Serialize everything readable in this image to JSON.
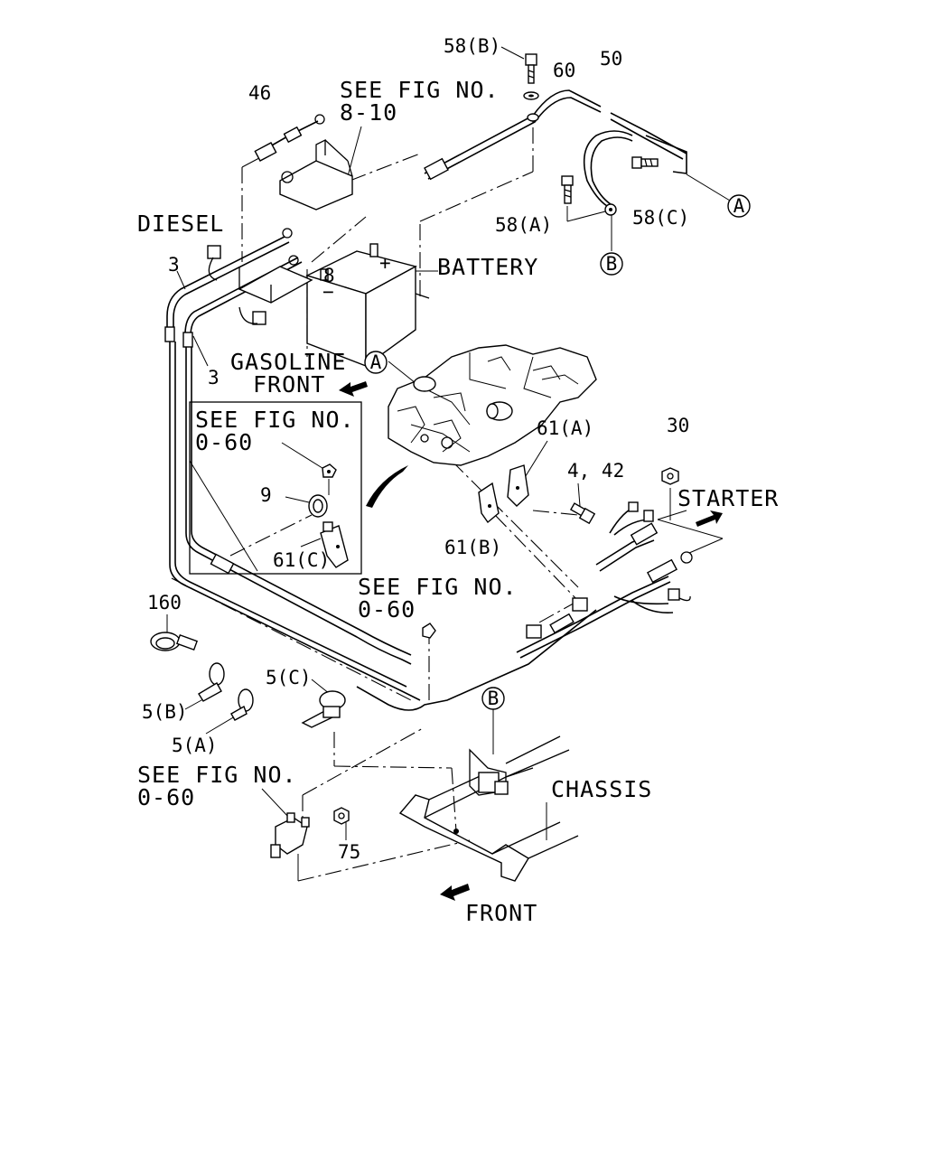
{
  "labels": {
    "see_fig_8_10_line1": "SEE FIG NO.",
    "see_fig_8_10_line2": "8-10",
    "diesel": "DIESEL",
    "battery": "BATTERY",
    "gasoline": "GASOLINE",
    "front_top": "FRONT",
    "see_fig_0_60_box_line1": "SEE FIG NO.",
    "see_fig_0_60_box_line2": "0-60",
    "see_fig_0_60_mid_line1": "SEE FIG NO.",
    "see_fig_0_60_mid_line2": "0-60",
    "see_fig_0_60_low_line1": "SEE FIG NO.",
    "see_fig_0_60_low_line2": "0-60",
    "starter": "STARTER",
    "chassis": "CHASSIS",
    "front_bottom": "FRONT",
    "plus_sign": "+",
    "minus_sign": "−"
  },
  "callouts": {
    "p58b": "58(B)",
    "p60": "60",
    "p50": "50",
    "p46": "46",
    "p58a": "58(A)",
    "p58c": "58(C)",
    "p3_upper": "3",
    "p3_lower": "3",
    "p61a": "61(A)",
    "p442": "4, 42",
    "p30": "30",
    "p9": "9",
    "p61c": "61(C)",
    "p61b": "61(B)",
    "p160": "160",
    "p5c": "5(C)",
    "p5b": "5(B)",
    "p5a": "5(A)",
    "p75": "75"
  },
  "refs": {
    "ref_a_right": "A",
    "ref_b_right": "B",
    "ref_a_engine": "A",
    "ref_b_chassis": "B"
  },
  "icons": {
    "front_arrow_top": "arrow-left-down-icon",
    "front_arrow_bottom": "arrow-left-down-icon",
    "starter_arrow": "arrow-right-up-icon"
  }
}
